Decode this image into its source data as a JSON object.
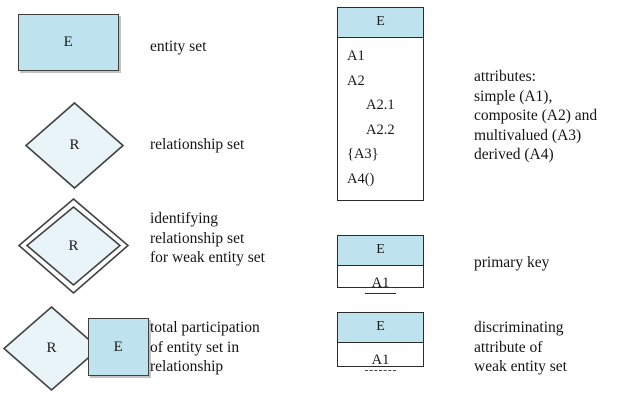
{
  "figure": {
    "kind": "er-diagram-symbol-legend",
    "palette": {
      "entity_fill": "#bfe3ee",
      "diamond_fill": "#e9f4f9",
      "stroke": "#3f3f3f",
      "table_header_fill": "#bfe3ee",
      "background": "#ffffff",
      "text": "#141414"
    }
  },
  "left_column": {
    "entity_set": {
      "shape_label": "E",
      "caption": "entity set"
    },
    "relationship_set": {
      "shape_label": "R",
      "caption": "relationship set"
    },
    "identifying_relationship_set": {
      "shape_label": "R",
      "caption": "identifying\nrelationship set\nfor weak entity set"
    },
    "total_participation": {
      "diamond_label": "R",
      "rect_label": "E",
      "caption": "total participation\nof entity set in\nrelationship"
    }
  },
  "right_column": {
    "attributes_table": {
      "header": "E",
      "rows": [
        {
          "text": "A1",
          "indent": false
        },
        {
          "text": "A2",
          "indent": false
        },
        {
          "text": "A2.1",
          "indent": true
        },
        {
          "text": "A2.2",
          "indent": true
        },
        {
          "text": "{A3}",
          "indent": false
        },
        {
          "text": "A4()",
          "indent": false
        }
      ],
      "caption": "attributes:\nsimple (A1),\ncomposite (A2) and\nmultivalued (A3)\nderived (A4)"
    },
    "primary_key_table": {
      "header": "E",
      "attribute": "A1",
      "underline_style": "solid",
      "caption": "primary key"
    },
    "discriminating_attribute_table": {
      "header": "E",
      "attribute": "A1",
      "underline_style": "dashed",
      "caption": "discriminating\nattribute of\nweak entity set"
    }
  }
}
